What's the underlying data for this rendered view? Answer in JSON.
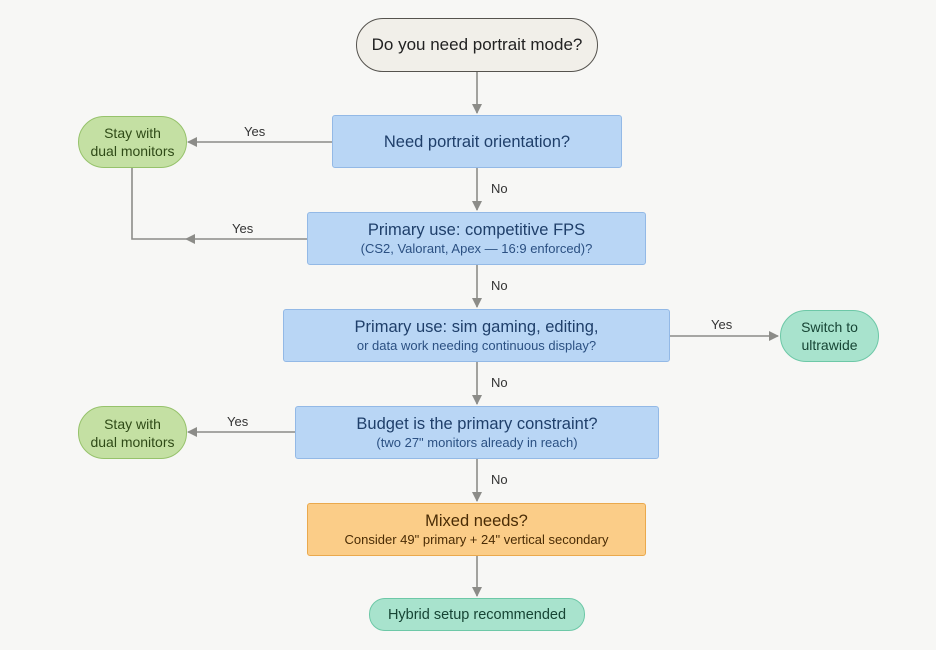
{
  "start": {
    "label": "Do you need portrait mode?"
  },
  "decisions": [
    {
      "title": "Need portrait orientation?",
      "subtitle": ""
    },
    {
      "title": "Primary use: competitive FPS",
      "subtitle": "(CS2, Valorant, Apex — 16:9 enforced)?"
    },
    {
      "title": "Primary use: sim gaming, editing,",
      "subtitle": "or data work needing continuous display?"
    },
    {
      "title": "Budget is the primary constraint?",
      "subtitle": "(two 27\" monitors already in reach)"
    }
  ],
  "outcomes": {
    "dual_top": {
      "line1": "Stay with",
      "line2": "dual monitors"
    },
    "dual_bottom": {
      "line1": "Stay with",
      "line2": "dual monitors"
    },
    "ultrawide": {
      "line1": "Switch to",
      "line2": "ultrawide"
    },
    "mixed": {
      "title": "Mixed needs?",
      "subtitle": "Consider 49\" primary + 24\" vertical secondary"
    },
    "hybrid": {
      "label": "Hybrid setup recommended"
    }
  },
  "edge_labels": {
    "yes": "Yes",
    "no": "No"
  },
  "colors": {
    "connector": "#8c8c88",
    "decision_fill": "#b9d6f5",
    "green_fill": "#c4e0a3",
    "teal_fill": "#a8e3cd",
    "orange_fill": "#fbcd88"
  }
}
